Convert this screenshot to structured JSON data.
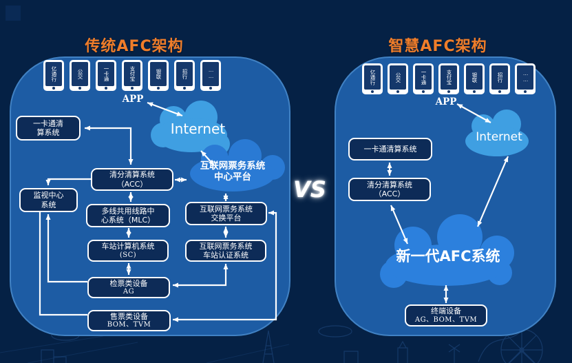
{
  "titles": {
    "left": "传统AFC架构",
    "right": "智慧AFC架构",
    "versus": "VS"
  },
  "colors": {
    "background": "#052145",
    "panel_fill": "#1d5ca4",
    "panel_border": "#4182c4",
    "box_fill": "#0d2b57",
    "box_border": "#ffffff",
    "cloud_light": "#3f9fe2",
    "cloud_dark": "#2a7ad4",
    "title_orange": "#ef7d2a",
    "text": "#ffffff"
  },
  "phones": [
    "亿通行",
    "公交",
    "一卡通",
    "支付宝",
    "银联",
    "招行",
    "⋯⋯"
  ],
  "left_panel": {
    "app_label": "APP",
    "internet_label": "Internet",
    "center_cloud": {
      "line1": "互联网票务系统",
      "line2": "中心平台"
    },
    "boxes": {
      "yikatong": {
        "line1": "一卡通清",
        "line2": "算系统"
      },
      "acc": {
        "line1": "清分清算系统",
        "line2": "（ACC）"
      },
      "monitor": {
        "line1": "监视中心",
        "line2": "系统"
      },
      "mlc": {
        "line1": "多线共用线路中",
        "line2": "心系统（MLC）"
      },
      "sc": {
        "line1": "车站计算机系统",
        "line2": "(SC)"
      },
      "gate": {
        "line1": "检票类设备",
        "line2": "AG"
      },
      "ticket": {
        "line1": "售票类设备",
        "line2": "BOM、TVM"
      },
      "exchange": {
        "line1": "互联网票务系统",
        "line2": "交换平台"
      },
      "auth": {
        "line1": "互联网票务系统",
        "line2": "车站认证系统"
      }
    }
  },
  "right_panel": {
    "app_label": "APP",
    "internet_label": "Internet",
    "afc_cloud_label": "新一代AFC系统",
    "boxes": {
      "yikatong": {
        "line1": "一卡通清算系统"
      },
      "acc": {
        "line1": "清分清算系统",
        "line2": "（ACC）"
      },
      "terminal": {
        "line1": "终端设备",
        "line2": "AG、BOM、TVM"
      }
    }
  }
}
